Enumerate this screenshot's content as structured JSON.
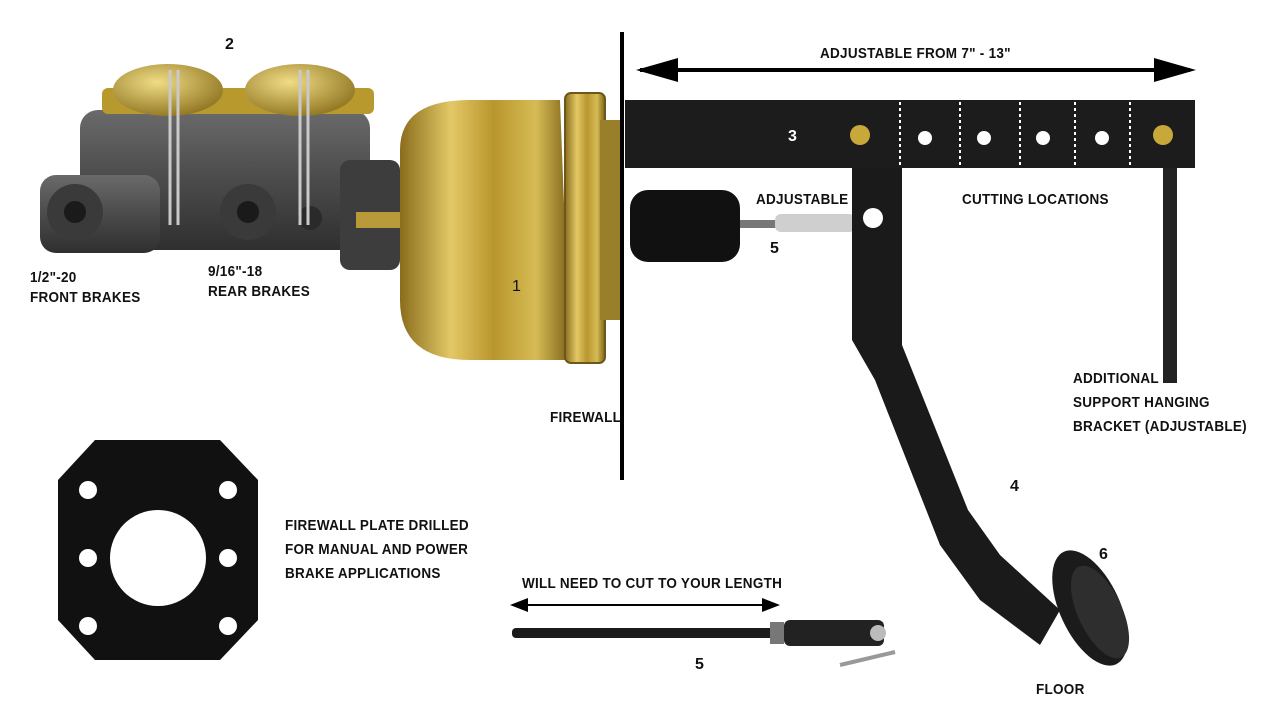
{
  "labels": {
    "n2": "2",
    "front_line1": "1/2\"-20",
    "front_line2": "FRONT BRAKES",
    "rear_line1": "9/16\"-18",
    "rear_line2": "REAR BRAKES",
    "n1": "1",
    "firewall": "FIREWALL",
    "adjustable_range": "ADJUSTABLE FROM 7\" - 13\"",
    "n3": "3",
    "adjustable": "ADJUSTABLE",
    "n5_top": "5",
    "cutting": "CUTTING LOCATIONS",
    "support_line1": "ADDITIONAL",
    "support_line2": "SUPPORT HANGING",
    "support_line3": "BRACKET (ADJUSTABLE)",
    "n4": "4",
    "n6": "6",
    "floor": "FLOOR",
    "plate_line1": "FIREWALL PLATE DRILLED",
    "plate_line2": "FOR MANUAL AND POWER",
    "plate_line3": "BRAKE APPLICATIONS",
    "cut_length": "WILL NEED TO CUT TO YOUR LENGTH",
    "n5_bottom": "5"
  },
  "colors": {
    "brass": "#c9a83a",
    "iron": "#4a4a4a",
    "bracket": "#1c1c1c",
    "line": "#000000"
  },
  "parts": {
    "master_cylinder": "master-cylinder",
    "booster": "brake-booster",
    "bracket": "pedal-hanger-bracket",
    "pedal": "brake-pedal-arm",
    "pad": "pedal-pad",
    "plate": "firewall-plate",
    "pushrod": "pushrod-with-clevis"
  }
}
